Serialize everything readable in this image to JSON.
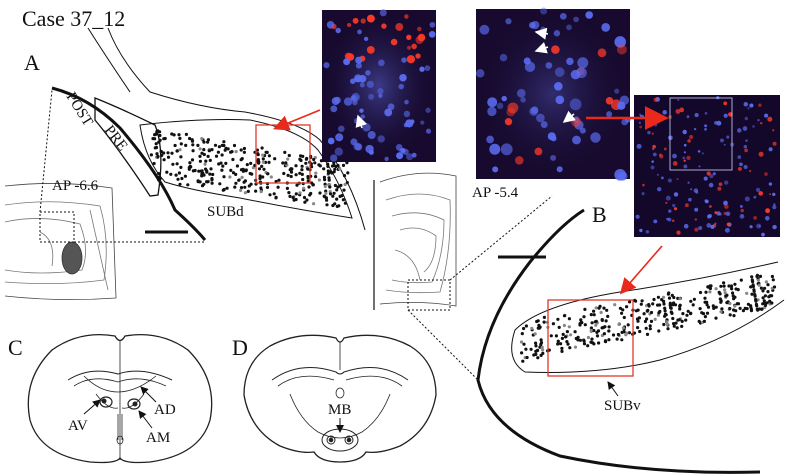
{
  "figure": {
    "case_label": "Case 37_12",
    "panel_labels": {
      "a": "A",
      "b": "B",
      "c": "C",
      "d": "D"
    },
    "coords": {
      "a": "AP -6.6",
      "b": "AP -5.4"
    },
    "regions": {
      "post": "POST",
      "pre": "PRE",
      "subd": "SUBd",
      "subv": "SUBv",
      "av": "AV",
      "ad": "AD",
      "am": "AM",
      "mb": "MB"
    },
    "colors": {
      "outline": "#111111",
      "red_box": "#e03a2a",
      "arrow_red": "#e8291c",
      "micrograph_dark": "#170a2e",
      "cell_blue": "#5a6cf0",
      "cell_red": "#ff3a28"
    }
  }
}
